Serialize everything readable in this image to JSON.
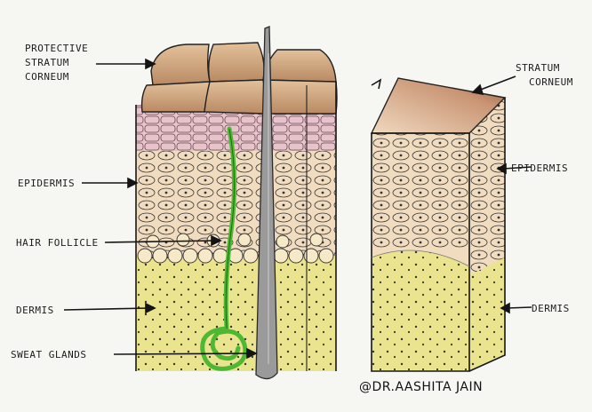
{
  "labels": {
    "left": {
      "protective_stratum_corneum": [
        "PROTECTIVE",
        "STRATUM",
        "CORNEUM"
      ],
      "epidermis": "EPIDERMIS",
      "hair_follicle": "HAIR FOLLICLE",
      "dermis": "DERMIS",
      "sweat_glands": "SWEAT GLANDS"
    },
    "right": {
      "stratum_corneum": [
        "STRATUM",
        "CORNEUM"
      ],
      "epidermis": "EPIDERMIS",
      "dermis": "DERMIS"
    }
  },
  "credit": "@DR.AASHITA JAIN",
  "colors": {
    "corneum": "#d9b48f",
    "corneum_dark": "#8e5a3b",
    "granular": "#e6c4cc",
    "epidermis": "#f1dcc0",
    "dermis": "#e8e28a",
    "sweat_gland": "#58c23a",
    "hair": "#8a8a8a"
  }
}
